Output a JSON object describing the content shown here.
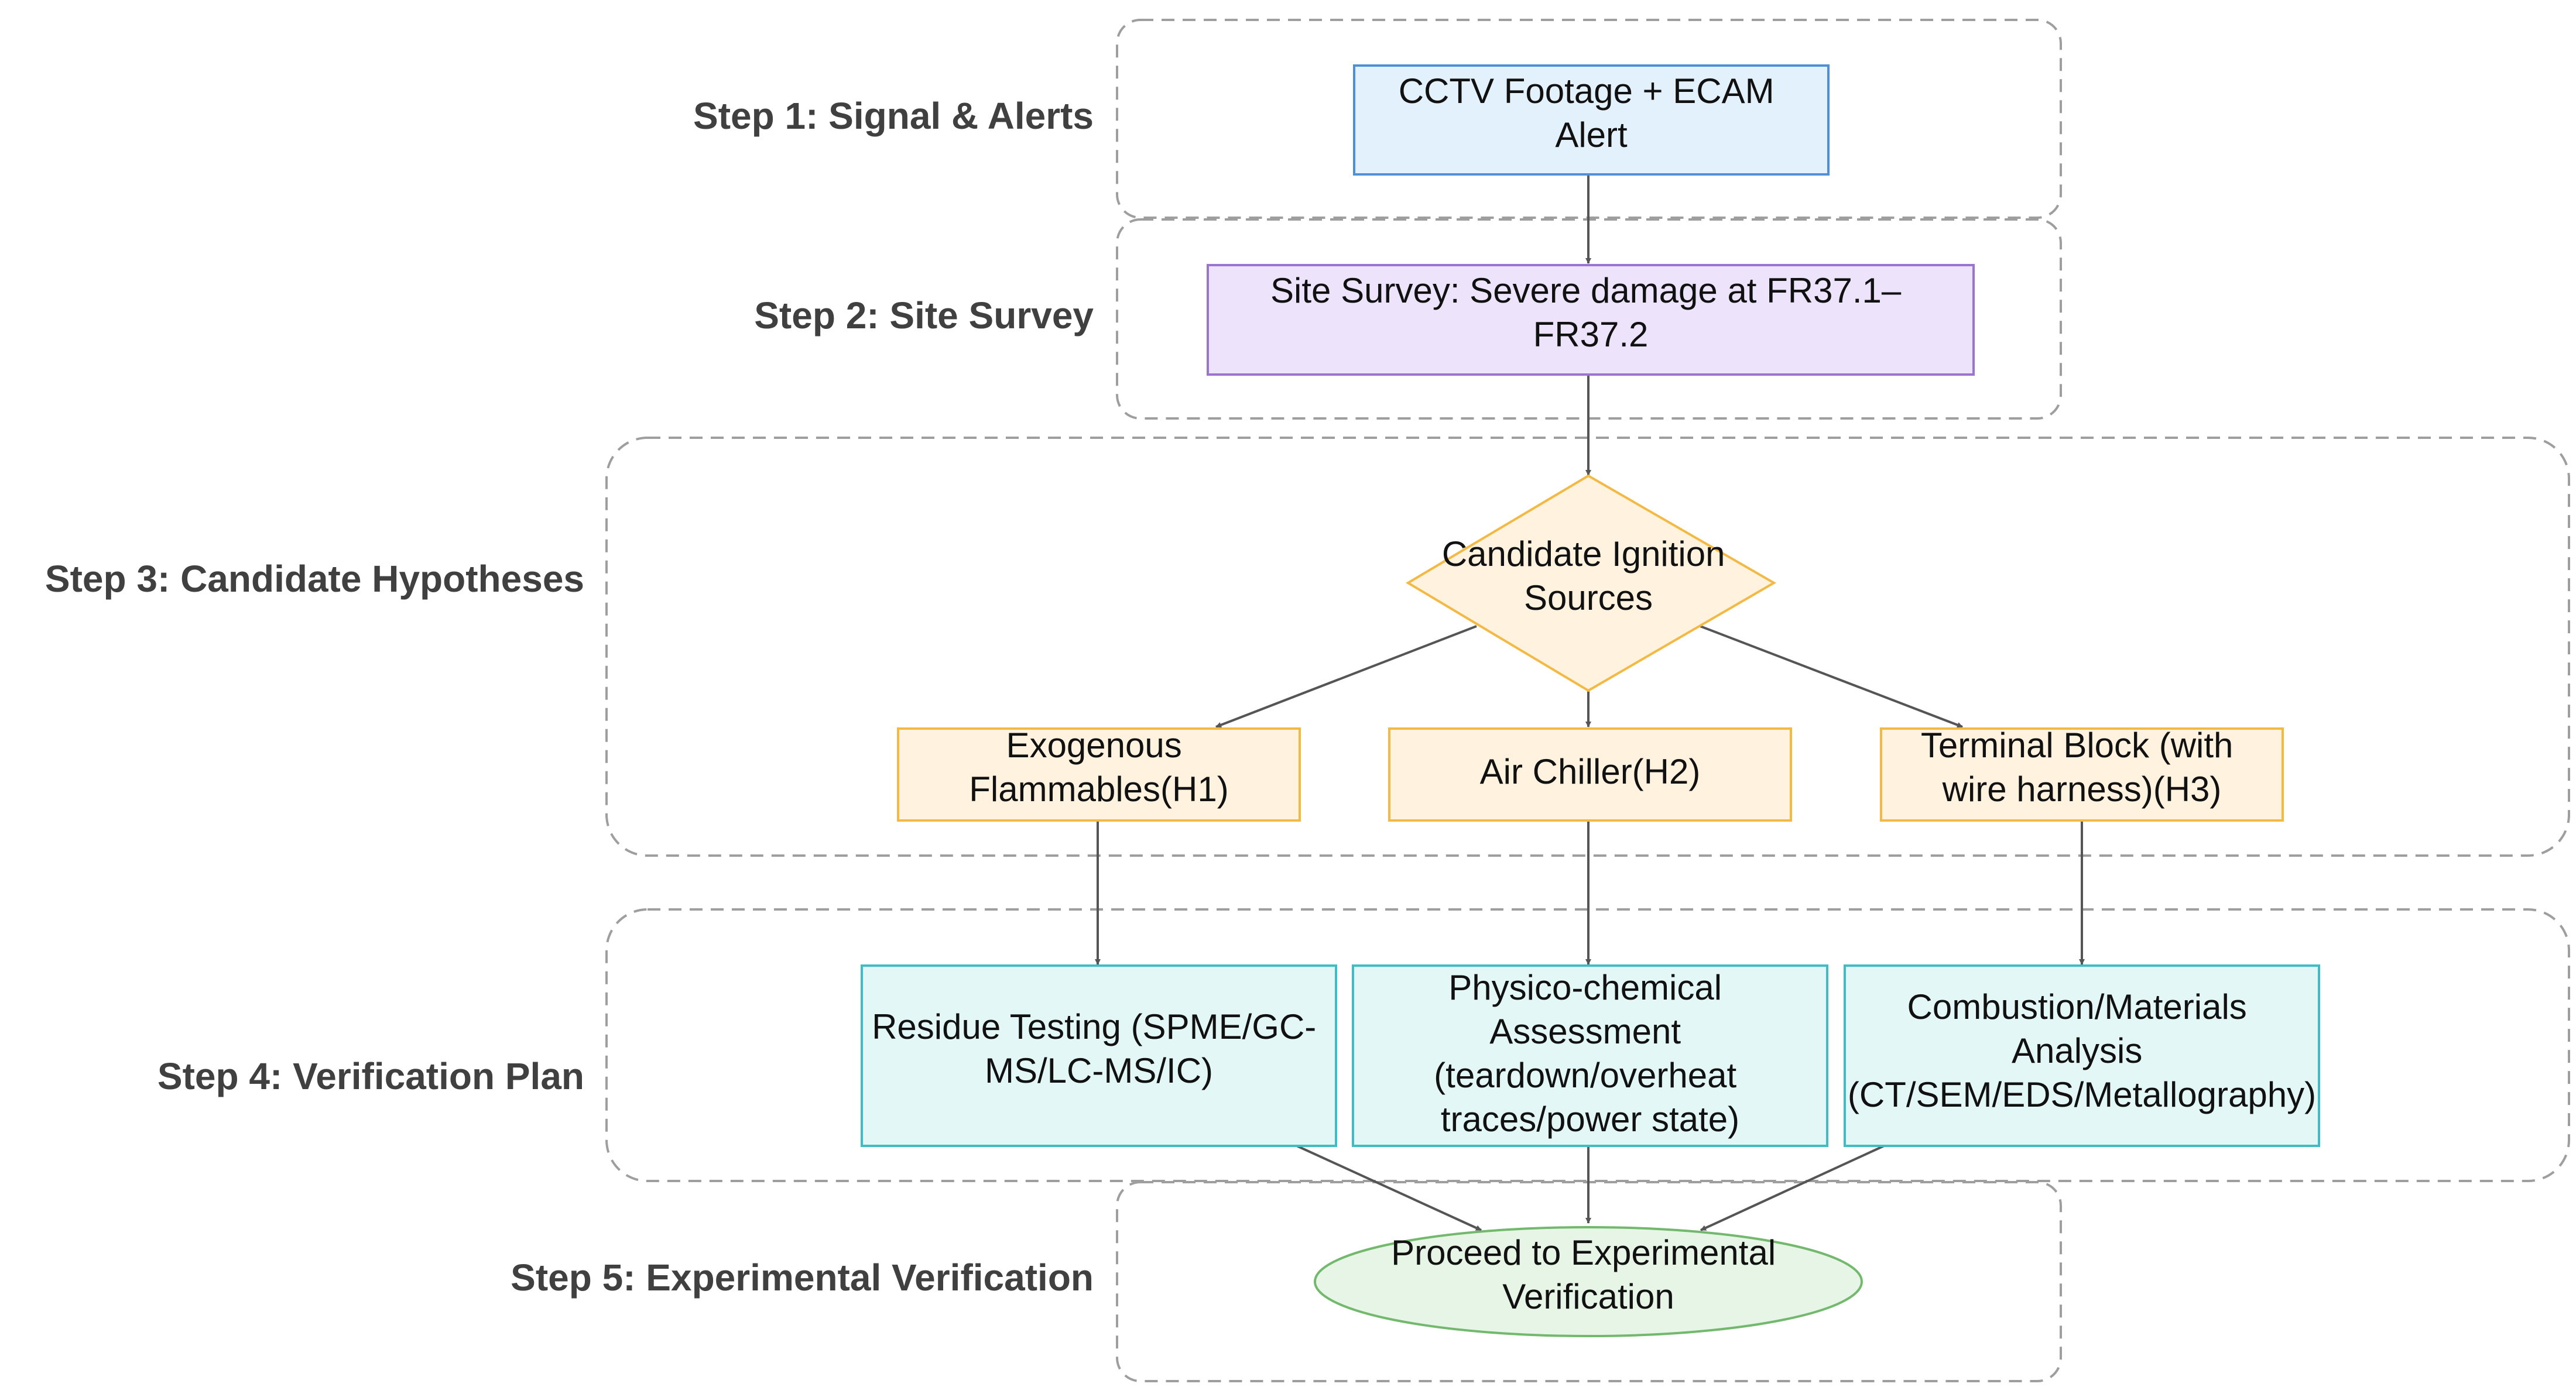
{
  "steps": {
    "step1": "Step 1: Signal & Alerts",
    "step2": "Step 2: Site Survey",
    "step3": "Step 3: Candidate Hypotheses",
    "step4": "Step 4: Verification Plan",
    "step5": "Step 5: Experimental Verification"
  },
  "nodes": {
    "cctv": {
      "lines": [
        "CCTV Footage + ECAM",
        "Alert"
      ]
    },
    "survey": {
      "lines": [
        "Site Survey: Severe damage at FR37.1–",
        "FR37.2"
      ]
    },
    "ignition": {
      "lines": [
        "Candidate Ignition",
        "Sources"
      ]
    },
    "h1": {
      "lines": [
        "Exogenous",
        "Flammables(H1)"
      ]
    },
    "h2": {
      "lines": [
        "Air Chiller(H2)"
      ]
    },
    "h3": {
      "lines": [
        "Terminal Block (with",
        "wire harness)(H3)"
      ]
    },
    "residue": {
      "lines": [
        "Residue Testing (SPME/GC-",
        "MS/LC-MS/IC)"
      ]
    },
    "physico": {
      "lines": [
        "Physico-chemical",
        "Assessment",
        "(teardown/overheat",
        "traces/power state)"
      ]
    },
    "combustion": {
      "lines": [
        "Combustion/Materials",
        "Analysis",
        "(CT/SEM/EDS/Metallography)"
      ]
    },
    "proceed": {
      "lines": [
        "Proceed to Experimental",
        "Verification"
      ]
    }
  },
  "colors": {
    "blue_fill": "#e3f1fd",
    "blue_stroke": "#4f8fd6",
    "purple_fill": "#ede3fb",
    "purple_stroke": "#9a73d3",
    "orange_fill": "#fff3e0",
    "orange_stroke": "#f4b942",
    "teal_fill": "#e2f7f6",
    "teal_stroke": "#3fbcc4",
    "green_fill": "#e6f5e6",
    "green_stroke": "#72b86d"
  }
}
